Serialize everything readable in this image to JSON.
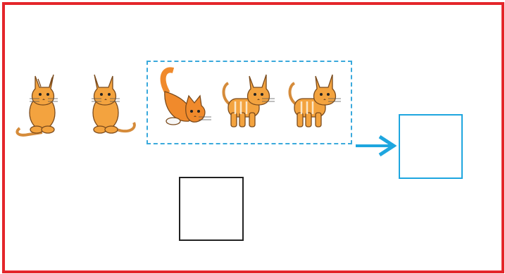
{
  "colors": {
    "frame": "#e4262b",
    "group_border": "#3aa9dc",
    "arrow": "#1ea6df",
    "answer_box_border": "#1ea6df",
    "count_box_border": "#222222",
    "cat_fill": "#f3a33f",
    "cat_stroke": "#7a4a1c"
  },
  "cats": [
    {
      "pose": "sitting-facing-left",
      "in_group": false
    },
    {
      "pose": "sitting-facing-right",
      "in_group": false
    },
    {
      "pose": "stretching",
      "in_group": true
    },
    {
      "pose": "standing",
      "in_group": true
    },
    {
      "pose": "standing",
      "in_group": true
    }
  ],
  "icons": {
    "arrow": "arrow-right-icon",
    "cat": "cat-icon"
  },
  "answer_box": {
    "value": ""
  },
  "count_box": {
    "value": ""
  }
}
